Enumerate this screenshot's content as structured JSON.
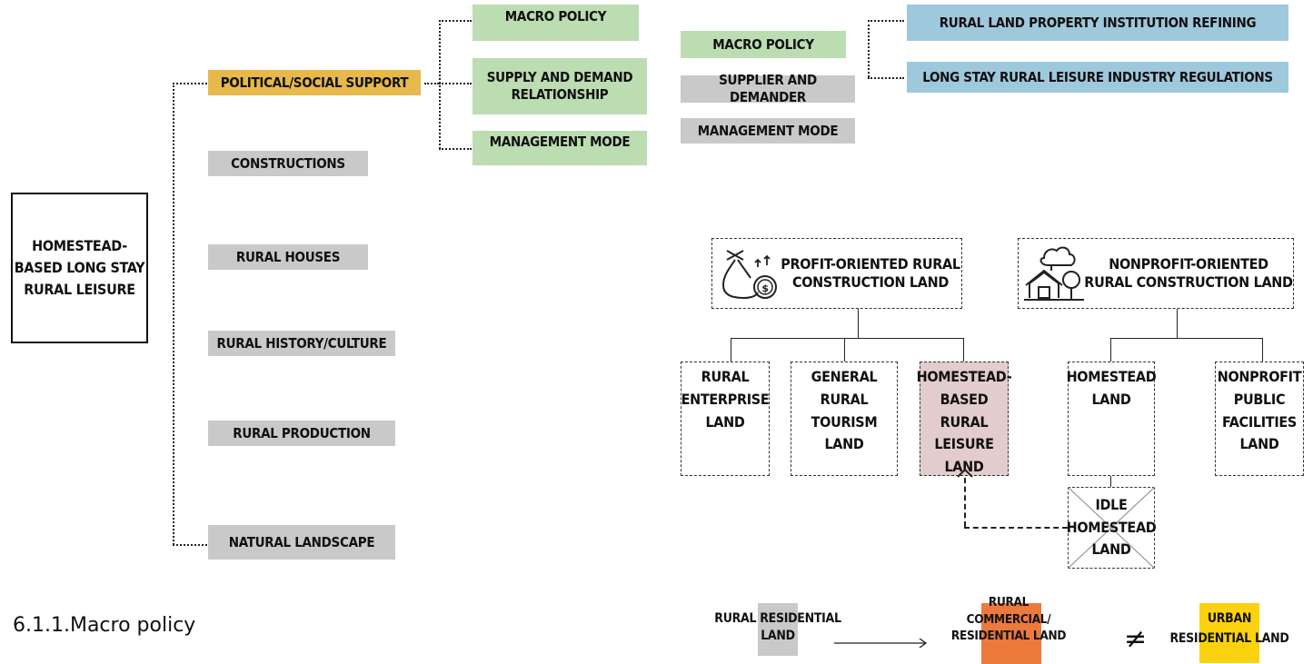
{
  "root": {
    "label": "Homestead-based long stay rural leisure"
  },
  "factors": [
    {
      "label": "Political/social support"
    },
    {
      "label": "Constructions"
    },
    {
      "label": "Rural houses"
    },
    {
      "label": "Rural history/culture"
    },
    {
      "label": "Rural production"
    },
    {
      "label": "Natural landscape"
    }
  ],
  "support_sub": [
    {
      "label": "Macro policy"
    },
    {
      "label": "Supply and demand relationship"
    },
    {
      "label": "Management mode"
    }
  ],
  "mapped": [
    {
      "label": "Macro policy"
    },
    {
      "label": "Supplier and demander"
    },
    {
      "label": "Management mode"
    }
  ],
  "policy_sub": [
    {
      "label": "Rural land property institution refining"
    },
    {
      "label": "Long stay rural leisure industry regulations"
    }
  ],
  "land_tree": {
    "profit": {
      "label": "Profit-oriented rural construction land",
      "icon": "money-bag-icon"
    },
    "nonprofit": {
      "label": "Nonprofit-oriented rural construction land",
      "icon": "rural-house-icon"
    },
    "profit_children": [
      {
        "label": "Rural enterprise land"
      },
      {
        "label": "General rural tourism land"
      },
      {
        "label": "Homestead-based rural leisure land"
      }
    ],
    "nonprofit_children": [
      {
        "label": "Homestead land"
      },
      {
        "label": "Nonprofit public facilities land"
      }
    ],
    "idle": {
      "label": "Idle homestead land"
    }
  },
  "legend": {
    "rural_residential": "Rural residential land",
    "rural_commercial": "Rural commercial/ residential land",
    "not_equal": "≠",
    "urban_residential": "Urban residential land"
  },
  "colors": {
    "gray": "#c9c9c9",
    "green": "#bcdcb1",
    "yellow": "#e6b94a",
    "blue": "#9ec8dc",
    "pink": "#e3cccd",
    "orange": "#ec7a3c",
    "urban_yellow": "#fcd20f"
  },
  "section_heading": "6.1.1.Macro policy"
}
